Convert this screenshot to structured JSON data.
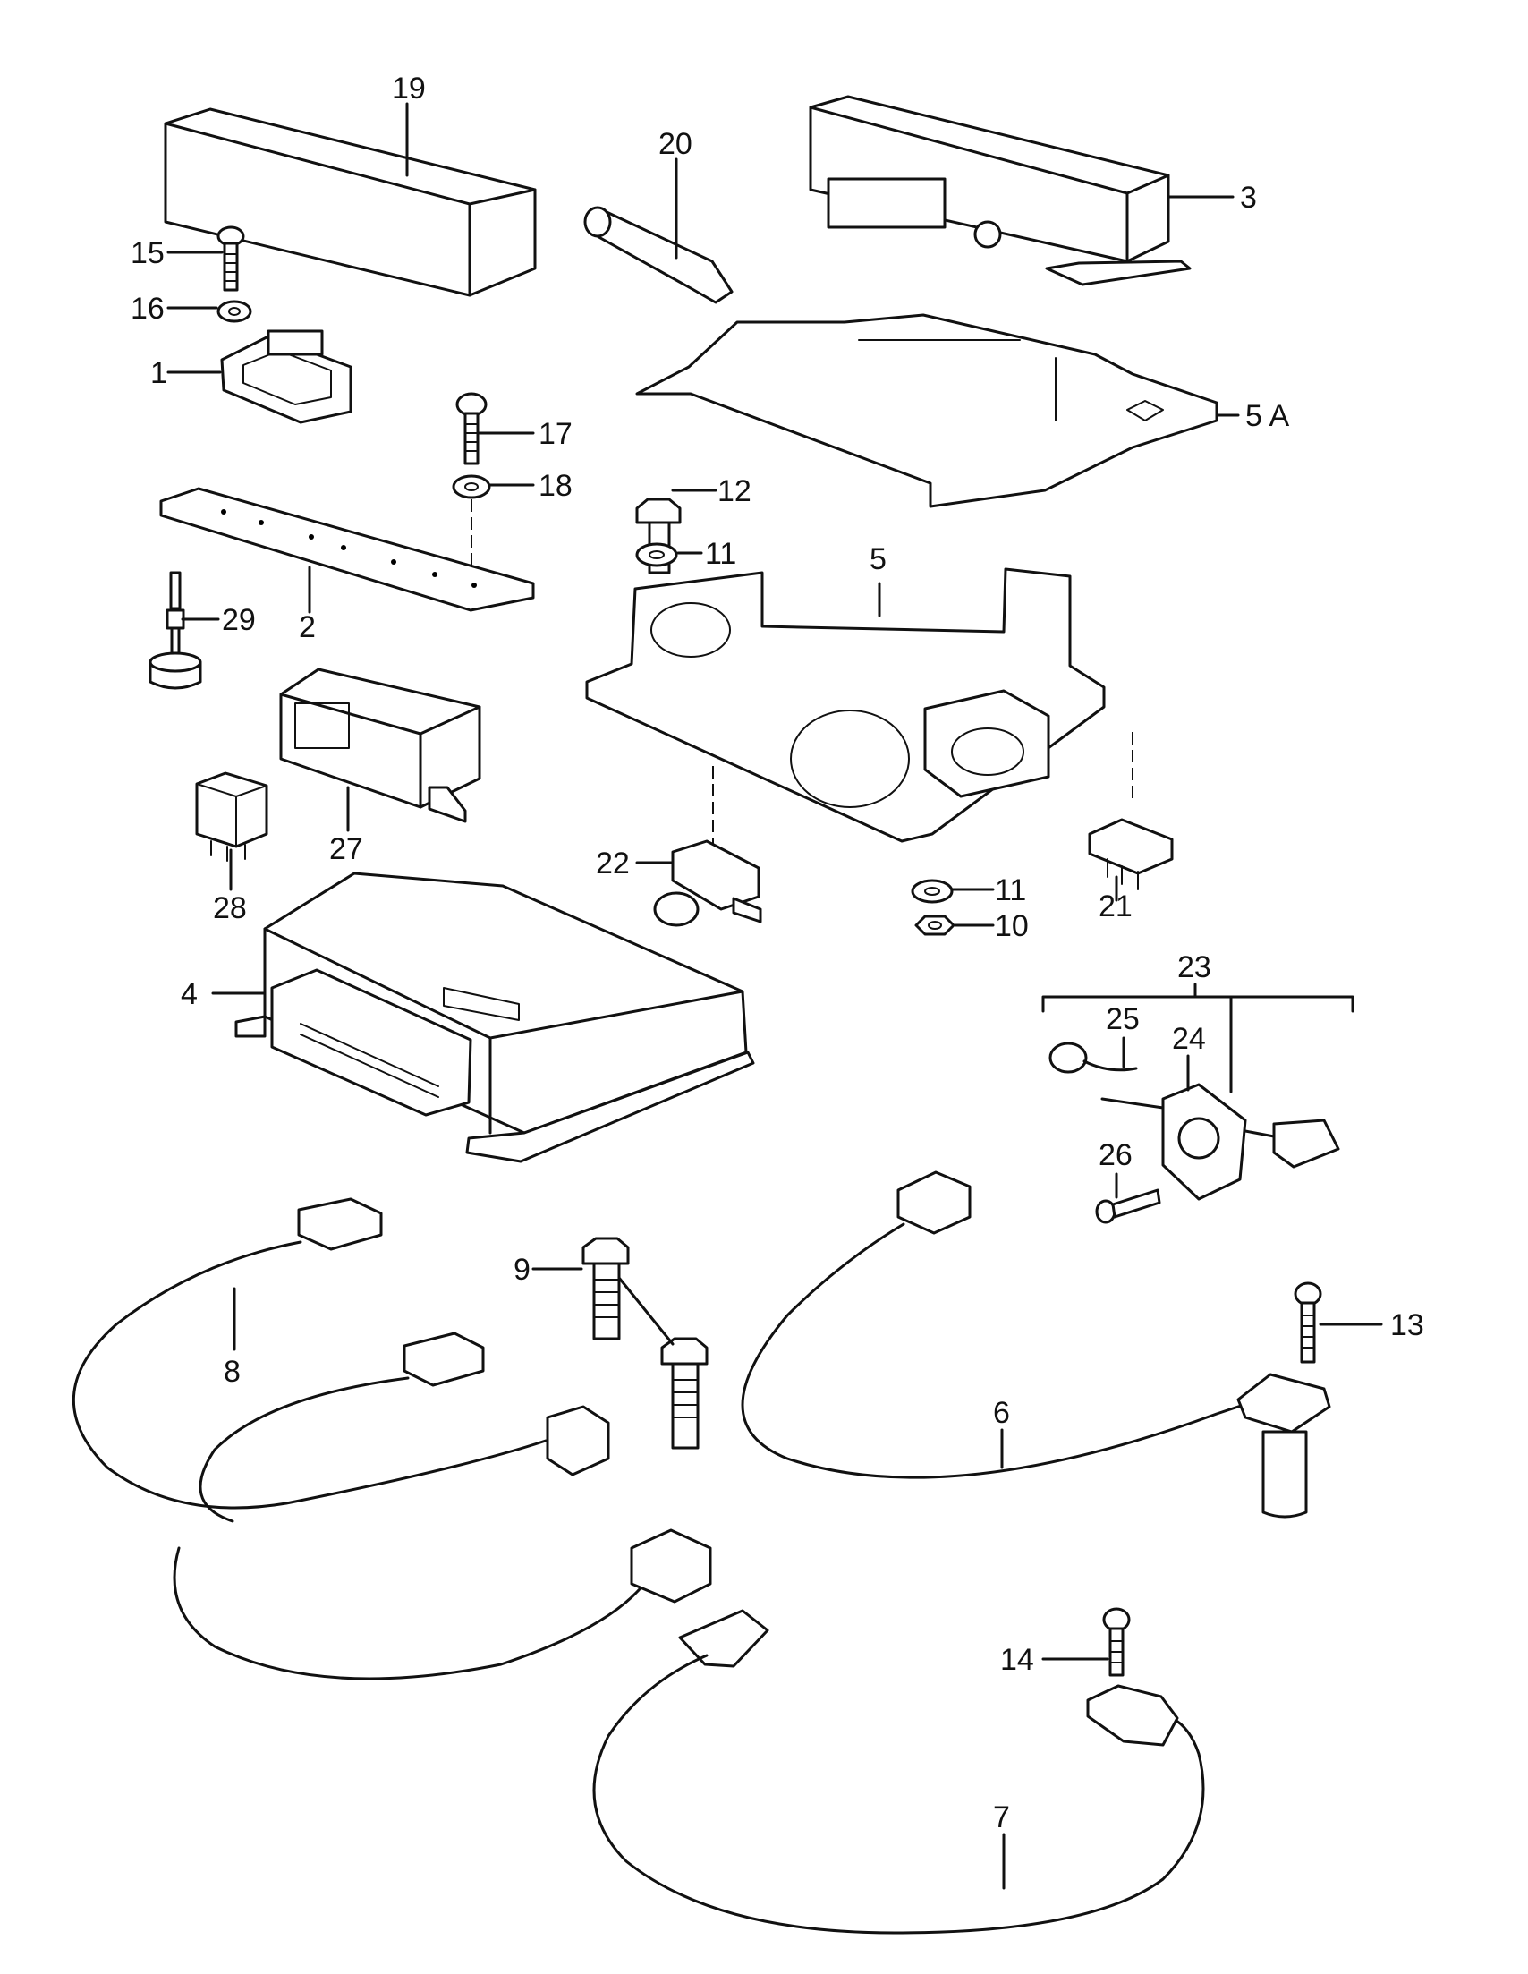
{
  "callouts": {
    "c1": "1",
    "c2": "2",
    "c3": "3",
    "c4": "4",
    "c5": "5",
    "c5a": "5 A",
    "c6": "6",
    "c7": "7",
    "c8": "8",
    "c9": "9",
    "c10": "10",
    "c11a": "11",
    "c11b": "11",
    "c12": "12",
    "c13": "13",
    "c14": "14",
    "c15": "15",
    "c16": "16",
    "c17": "17",
    "c18": "18",
    "c19": "19",
    "c20": "20",
    "c21": "21",
    "c22": "22",
    "c23": "23",
    "c24": "24",
    "c25": "25",
    "c26": "26",
    "c27": "27",
    "c28": "28",
    "c29": "29"
  }
}
